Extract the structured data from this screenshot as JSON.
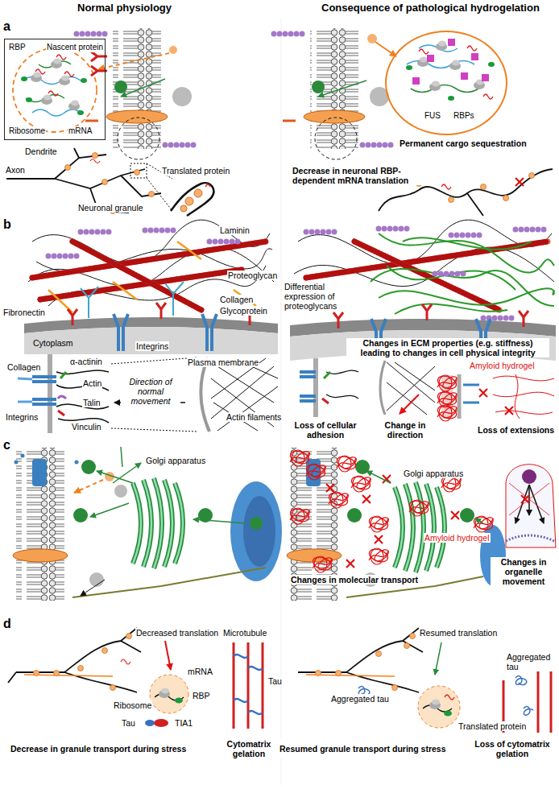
{
  "diagram": {
    "nodes": [
      {
        "text": [
          "RBP",
          "Nascent protein",
          "Ribosome",
          "mRNA"
        ]
      },
      {
        "text": [
          "FUS",
          "RBPs"
        ]
      }
    ],
    "labels": [
      "Normal physiology",
      "Consequence of pathological hydrogelation",
      "a",
      "Dendrite",
      "Axon",
      "Neuronal granule",
      "Translated protein",
      "Permanent cargo sequestration",
      "Decrease in neuronal RBP-dependent mRNA translation",
      "b",
      "Laminin",
      "Proteoglycan",
      "Fibronectin",
      "Collagen",
      "Glycoprotein",
      "Cytoplasm",
      "Integrins",
      "Differential expression of proteoglycans",
      "Changes in ECM properties (e.g. stiffness) leading to changes in cell physical integrity",
      "Collagen",
      "α-actinin",
      "Actin",
      "Integrins",
      "Talin",
      "Vinculin",
      "Direction of normal movement",
      "Plasma membrane",
      "Actin filaments",
      "Amyloid hydrogel",
      "Loss of cellular adhesion",
      "Change in direction",
      "Loss of extensions",
      "c",
      "Golgi apparatus",
      "Golgi apparatus",
      "Amyloid hydrogel",
      "Changes in molecular transport",
      "Changes in organelle movement",
      "d",
      "Decreased translation",
      "mRNA",
      "RBP",
      "Ribosome",
      "Microtubule",
      "Tau",
      "Tau",
      "TIA1",
      "Decrease in granule transport during stress",
      "Cytomatrix gelation",
      "Resumed translation",
      "Aggregated tau",
      "Translated protein",
      "Aggregated tau",
      "Resumed granule transport during stress",
      "Loss of cytomatrix gelation"
    ]
  }
}
